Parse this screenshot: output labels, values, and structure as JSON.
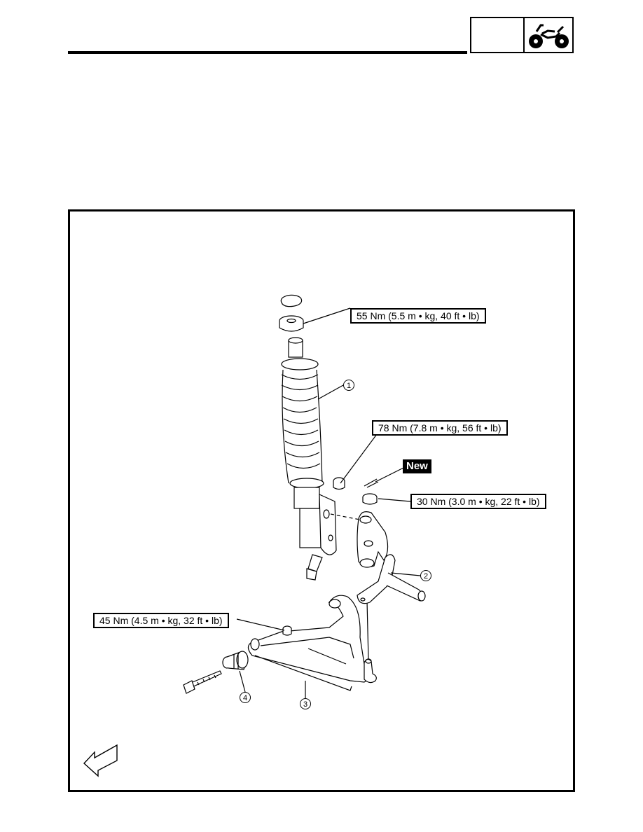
{
  "torque_labels": {
    "top_nut": "55 Nm (5.5 m • kg, 40 ft • lb)",
    "shock_lower_nut": "78 Nm (7.8 m • kg, 56 ft • lb)",
    "knuckle_nut": "30 Nm (3.0 m • kg, 22 ft • lb)",
    "arm_nut": "45 Nm (4.5 m • kg, 32 ft • lb)"
  },
  "new_badge": "New",
  "callouts": {
    "shock_absorber": "1",
    "steering_knuckle": "2",
    "lower_arm": "3",
    "bushing": "4"
  },
  "icons": {
    "header": "atv-icon",
    "direction": "forward-arrow-icon"
  }
}
